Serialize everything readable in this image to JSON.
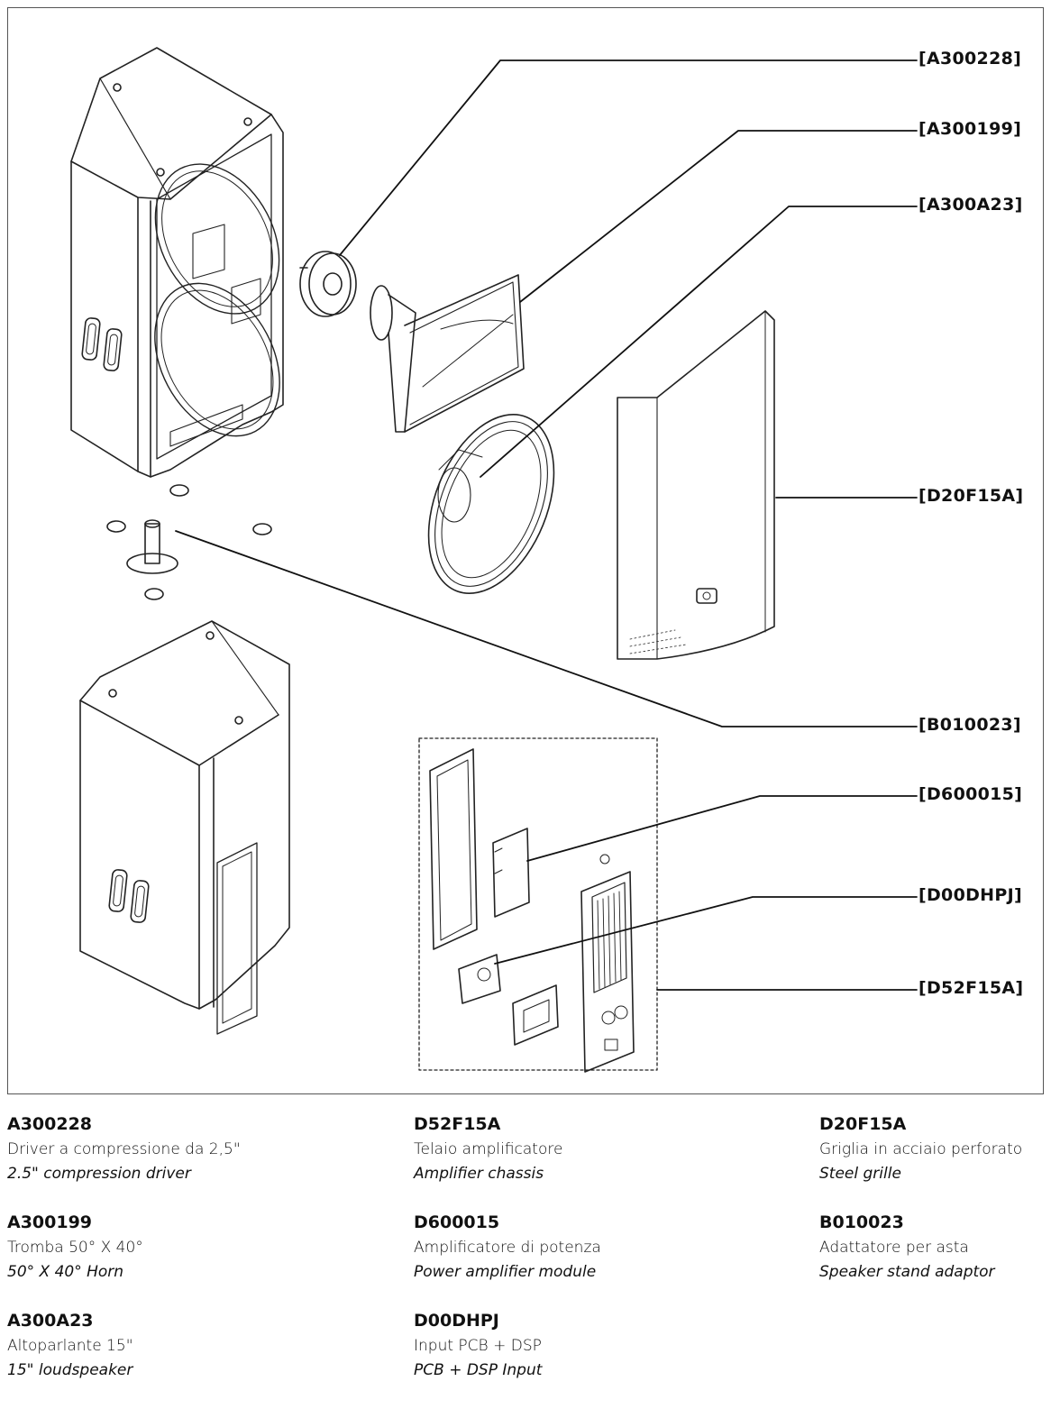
{
  "callouts": [
    {
      "id": "A300228",
      "text": "[A300228]"
    },
    {
      "id": "A300199",
      "text": "[A300199]"
    },
    {
      "id": "A300A23",
      "text": "[A300A23]"
    },
    {
      "id": "D20F15A",
      "text": "[D20F15A]"
    },
    {
      "id": "B010023",
      "text": "[B010023]"
    },
    {
      "id": "D600015",
      "text": "[D600015]"
    },
    {
      "id": "D00DHPJ",
      "text": "[D00DHPJ]"
    },
    {
      "id": "D52F15A",
      "text": "[D52F15A]"
    }
  ],
  "legend": {
    "columns": [
      [
        {
          "code": "A300228",
          "it": "Driver a compressione da 2,5\"",
          "en": "2.5\" compression driver"
        },
        {
          "code": "A300199",
          "it": "Tromba 50° X 40°",
          "en": "50° X 40° Horn"
        },
        {
          "code": "A300A23",
          "it": "Altoparlante 15\"",
          "en": "15\" loudspeaker"
        }
      ],
      [
        {
          "code": "D52F15A",
          "it": "Telaio amplificatore",
          "en": "Amplifier chassis"
        },
        {
          "code": "D600015",
          "it": "Amplificatore di potenza",
          "en": "Power amplifier module"
        },
        {
          "code": "D00DHPJ",
          "it": "Input PCB + DSP",
          "en": "PCB + DSP Input"
        }
      ],
      [
        {
          "code": "D20F15A",
          "it": "Griglia in acciaio perforato",
          "en": "Steel grille"
        },
        {
          "code": "B010023",
          "it": "Adattatore per asta",
          "en": "Speaker stand adaptor"
        }
      ]
    ]
  }
}
